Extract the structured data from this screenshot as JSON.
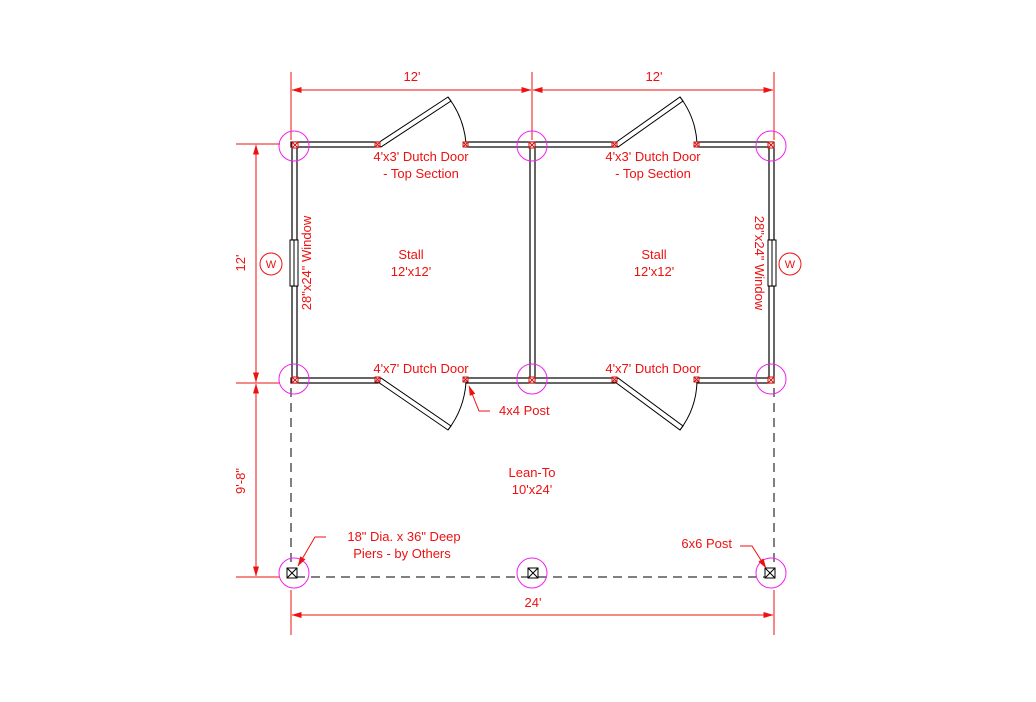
{
  "dimensions": {
    "top_left": "12'",
    "top_right": "12'",
    "left_upper": "12'",
    "left_lower": "9'-8\"",
    "bottom": "24'"
  },
  "stalls": [
    {
      "name": "Stall",
      "size": "12'x12'"
    },
    {
      "name": "Stall",
      "size": "12'x12'"
    }
  ],
  "lean_to": {
    "name": "Lean-To",
    "size": "10'x24'"
  },
  "doors": {
    "top_left": [
      "4'x3' Dutch Door",
      "- Top Section"
    ],
    "top_right": [
      "4'x3' Dutch Door",
      "- Top Section"
    ],
    "bottom_left": "4'x7' Dutch Door",
    "bottom_right": "4'x7' Dutch Door"
  },
  "windows": {
    "left": "28\"x24\" Window",
    "right": "28\"x24\" Window",
    "tag": "W"
  },
  "callouts": {
    "post_4x4": "4x4 Post",
    "piers": [
      "18\" Dia. x 36\" Deep",
      "Piers - by Others"
    ],
    "post_6x6": "6x6 Post"
  },
  "colors": {
    "dimension": "#ee1111",
    "pier_circle": "#ee22ee",
    "wall": "#000000"
  }
}
